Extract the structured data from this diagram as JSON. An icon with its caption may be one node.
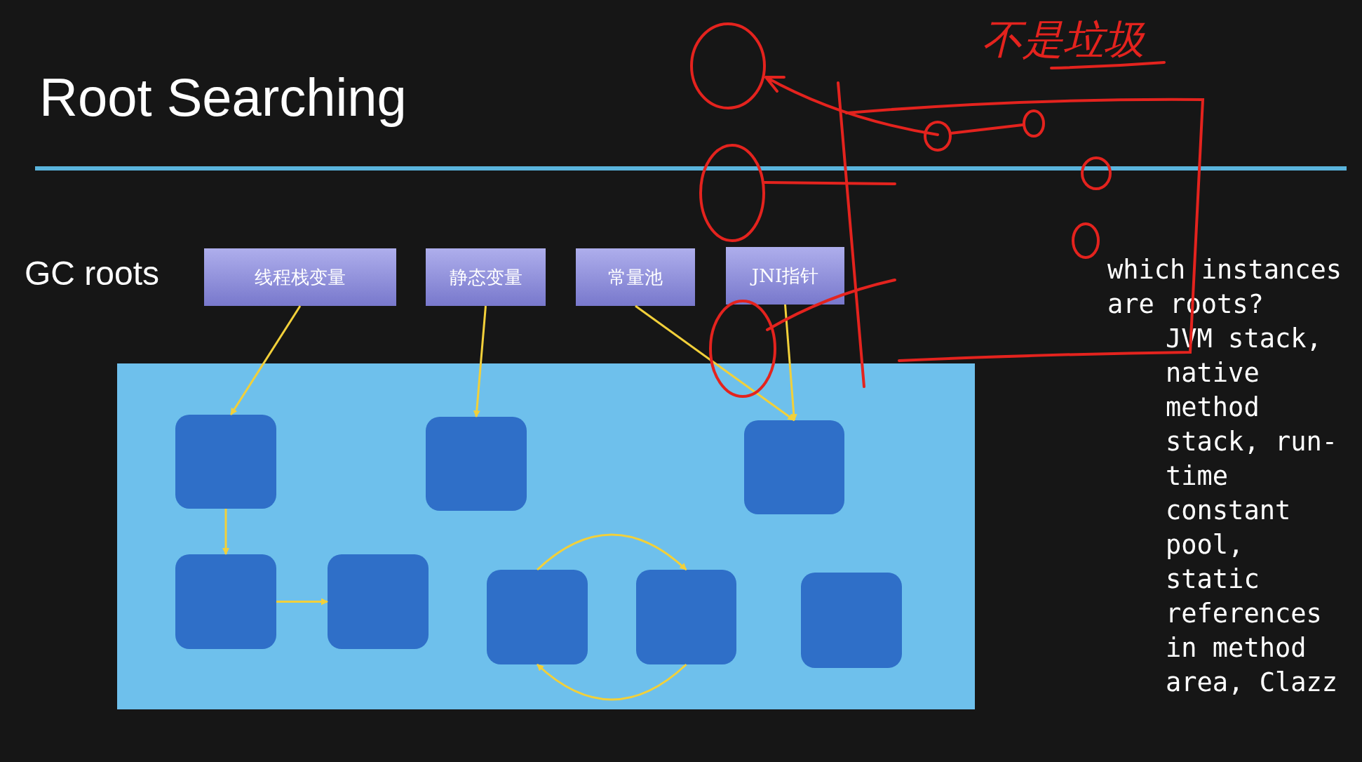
{
  "diagram": {
    "title": "Root Searching",
    "nodes": [
      {
        "text": [
          "线程栈变量"
        ]
      },
      {
        "text": [
          "静态变量"
        ]
      },
      {
        "text": [
          "常量池"
        ]
      },
      {
        "text": [
          "JNI指针"
        ]
      },
      {
        "text": [],
        "shape": "box"
      },
      {
        "text": [],
        "shape": "box",
        "in": 4
      },
      {
        "text": [],
        "shape": "box",
        "in": 4
      },
      {
        "text": [],
        "shape": "box",
        "in": 4
      },
      {
        "text": [],
        "shape": "box",
        "in": 4
      },
      {
        "text": [],
        "shape": "box",
        "in": 4
      },
      {
        "text": [],
        "shape": "box",
        "in": 4
      },
      {
        "text": [],
        "shape": "box",
        "in": 4
      },
      {
        "text": [],
        "shape": "box",
        "in": 4
      }
    ],
    "edges": [
      {
        "from": 0,
        "to": 5,
        "arrow": "to"
      },
      {
        "from": 1,
        "to": 6,
        "arrow": "to"
      },
      {
        "from": 2,
        "to": 7,
        "arrow": "to"
      },
      {
        "from": 3,
        "to": 7,
        "arrow": "to"
      },
      {
        "from": 5,
        "to": 8,
        "arrow": "to"
      },
      {
        "from": 8,
        "to": 9,
        "arrow": "to"
      },
      {
        "from": 10,
        "to": 11,
        "arrow": "to"
      },
      {
        "from": 11,
        "to": 10,
        "arrow": "to"
      }
    ],
    "labels": [
      "不是垃圾",
      "GC roots",
      "which instances are roots?",
      "JVM stack, native method stack, run-time constant pool, static references in method area, Clazz"
    ]
  }
}
